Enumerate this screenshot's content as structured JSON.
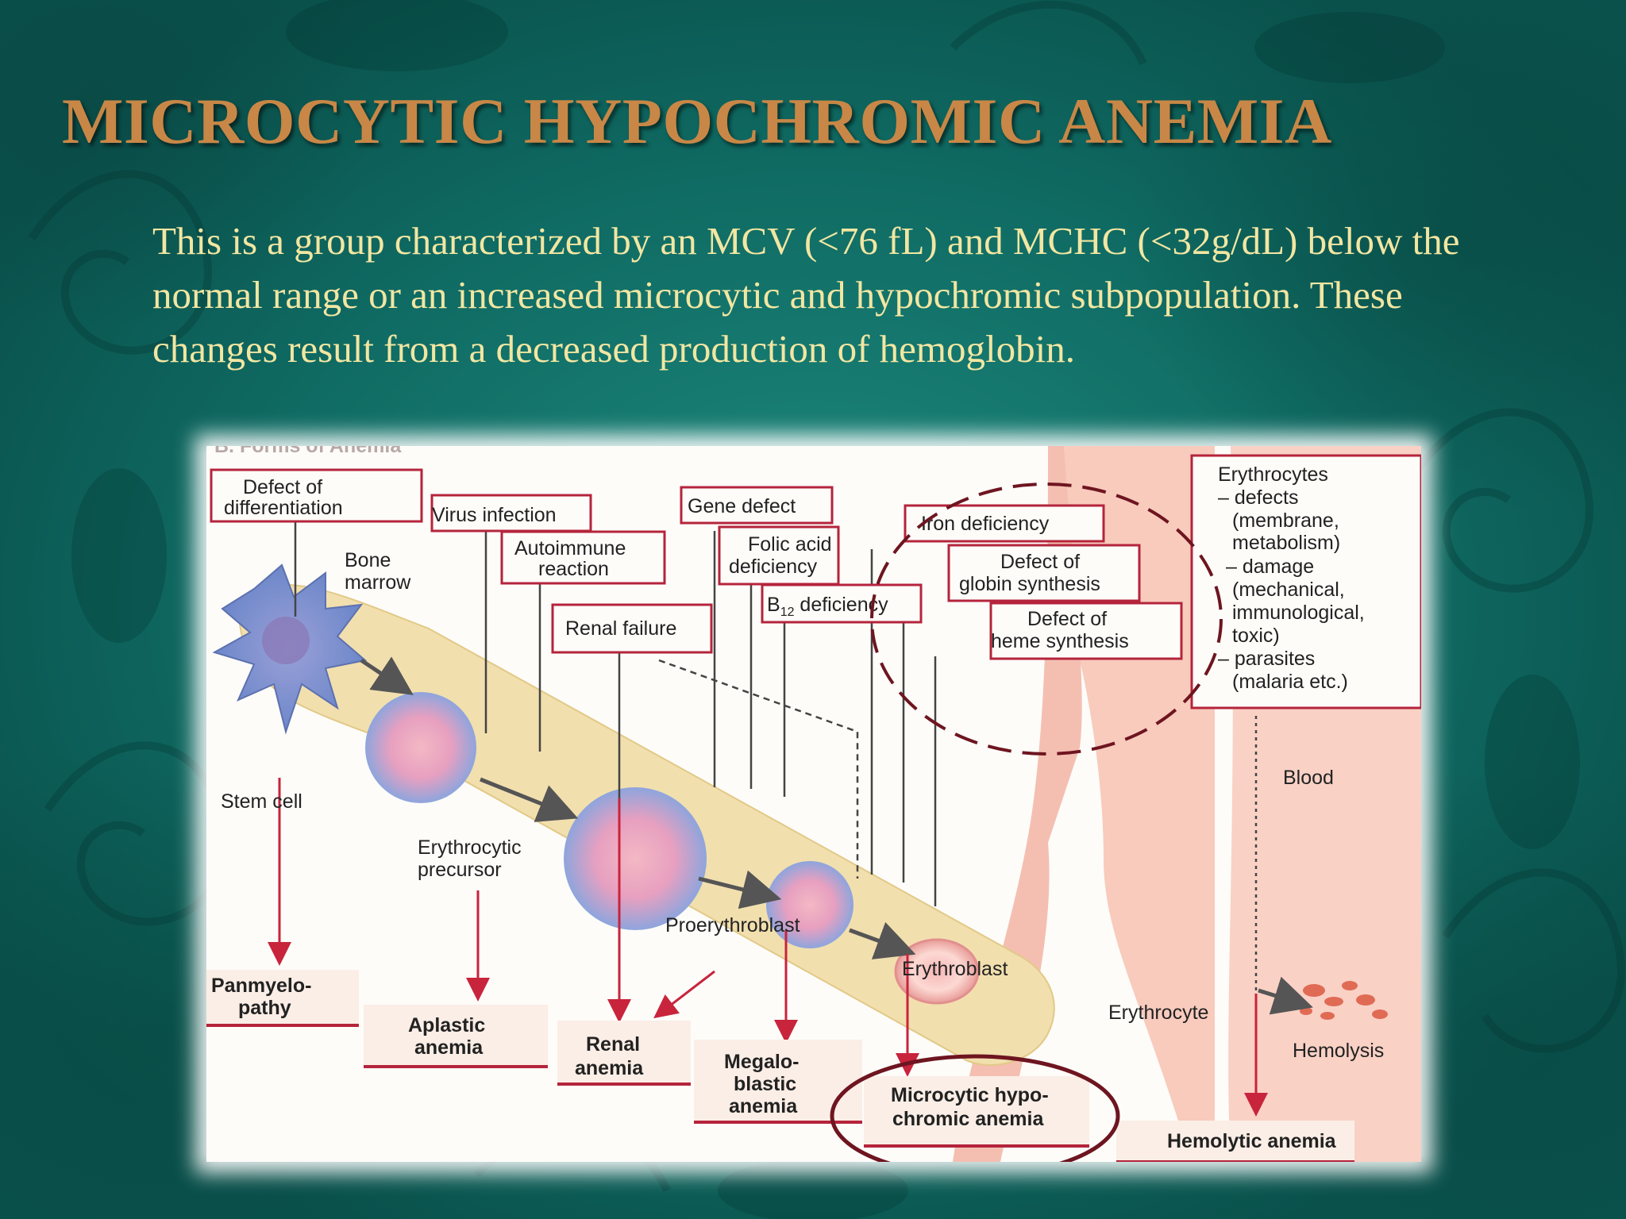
{
  "slide": {
    "title": "MICROCYTIC HYPOCHROMIC ANEMIA",
    "body": "This is a group characterized by an MCV (<76 fL) and MCHC (<32g/dL) below the normal range or an increased microcytic and hypochromic subpopulation. These changes result from a decreased production of hemoglobin."
  },
  "diagram": {
    "header_partial": "B. Forms of Anemia",
    "causes": {
      "differentiation": [
        "Defect of",
        "differentiation"
      ],
      "virus": "Virus infection",
      "autoimmune": [
        "Autoimmune",
        "reaction"
      ],
      "renal_failure": "Renal failure",
      "gene_defect": "Gene defect",
      "folic": [
        "Folic acid",
        "deficiency"
      ],
      "b12_prefix": "B",
      "b12_sub": "12",
      "b12_suffix": " deficiency",
      "iron": "Iron deficiency",
      "globin": [
        "Defect of",
        "globin synthesis"
      ],
      "heme": [
        "Defect of",
        "heme synthesis"
      ],
      "erythrocytes": [
        "Erythrocytes",
        "– defects",
        "(membrane,",
        "metabolism)",
        "– damage",
        "(mechanical,",
        "immunological,",
        "toxic)",
        "– parasites",
        "(malaria etc.)"
      ]
    },
    "labels": {
      "bone_marrow": [
        "Bone",
        "marrow"
      ],
      "stem_cell": "Stem cell",
      "erythrocytic_precursor": [
        "Erythrocytic",
        "precursor"
      ],
      "proerythroblast": "Proerythroblast",
      "erythroblast": "Erythroblast",
      "erythrocyte": "Erythrocyte",
      "blood": "Blood",
      "hemolysis": "Hemolysis"
    },
    "outcomes": {
      "panmyelopathy": [
        "Panmyelo-",
        "pathy"
      ],
      "aplastic": [
        "Aplastic",
        "anemia"
      ],
      "renal": [
        "Renal",
        "anemia"
      ],
      "megaloblastic": [
        "Megalo-",
        "blastic",
        "anemia"
      ],
      "microcytic": [
        "Microcytic hypo-",
        "chromic anemia"
      ],
      "hemolytic": "Hemolytic anemia"
    },
    "colors": {
      "box_border": "#b5243c",
      "arrow_red": "#c8243c",
      "highlight": "#6e1520",
      "vessel": "#f6c2b4"
    }
  }
}
